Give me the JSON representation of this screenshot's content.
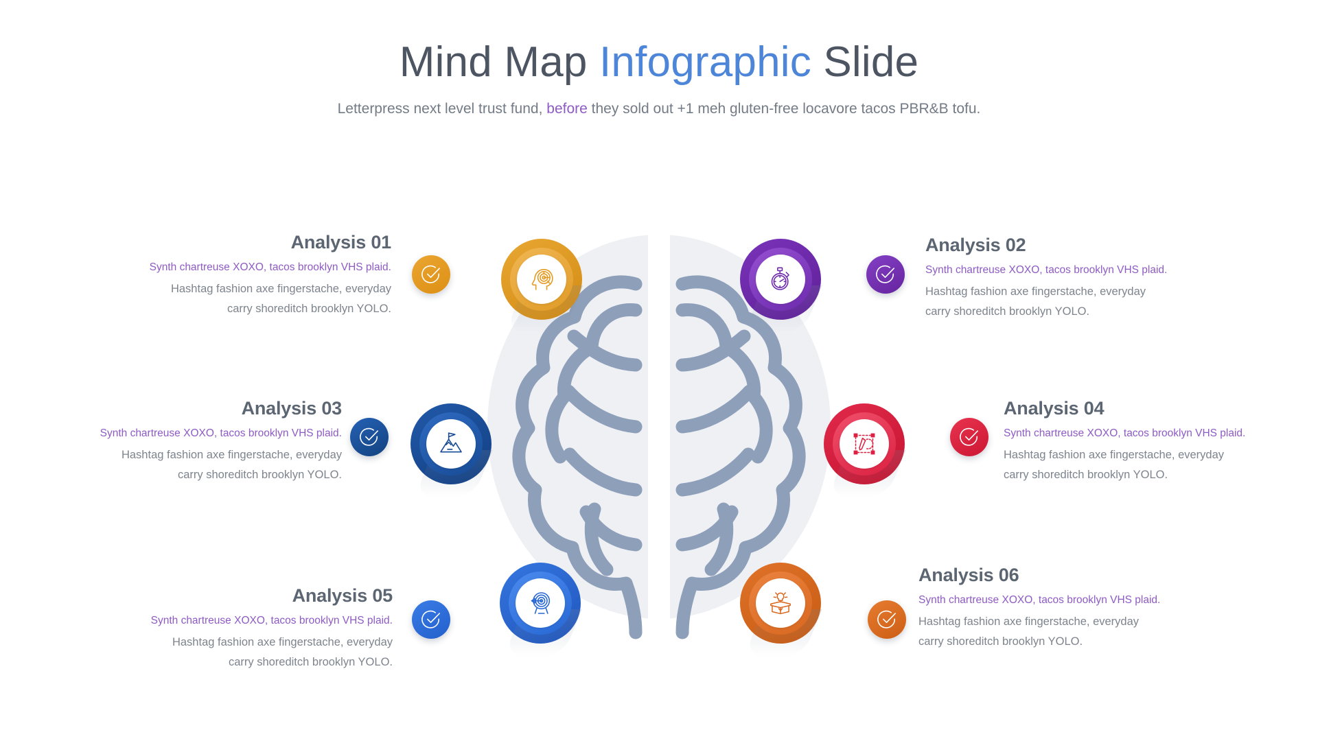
{
  "header": {
    "title_part1": "Mind Map ",
    "title_accent": "Infographic",
    "title_part3": " Slide",
    "subtitle_part1": "Letterpress next level trust fund, ",
    "subtitle_highlight": "before",
    "subtitle_part3": " they sold out +1 meh gluten-free locavore tacos PBR&B tofu."
  },
  "colors": {
    "analysis01": "#e39a21",
    "analysis02": "#6d28ab",
    "analysis03": "#184b95",
    "analysis04": "#dc2142",
    "analysis05": "#2767d4",
    "analysis06": "#d8671f",
    "brain_stroke": "#8e9fba",
    "brain_backdrop": "#eef0f4",
    "title_grey": "#4c5561",
    "title_blue": "#4d86d8",
    "body_grey": "#7d848d",
    "lead_purple": "#8e5bc4",
    "heading_grey": "#5c6672"
  },
  "items": [
    {
      "id": "analysis-01",
      "heading": "Analysis 01",
      "lead": "Synth chartreuse XOXO, tacos brooklyn VHS plaid.",
      "body_line1": "Hashtag fashion axe fingerstache, everyday",
      "body_line2": "carry shoreditch brooklyn YOLO.",
      "icon": "head-maze-icon",
      "badge_icon": "check-circle-icon",
      "color": "#e39a21",
      "side": "left"
    },
    {
      "id": "analysis-02",
      "heading": "Analysis 02",
      "lead": "Synth chartreuse XOXO, tacos brooklyn VHS plaid.",
      "body_line1": "Hashtag fashion axe fingerstache, everyday",
      "body_line2": "carry shoreditch brooklyn YOLO.",
      "icon": "stopwatch-icon",
      "badge_icon": "check-circle-icon",
      "color": "#6d28ab",
      "side": "right"
    },
    {
      "id": "analysis-03",
      "heading": "Analysis 03",
      "lead": "Synth chartreuse XOXO, tacos brooklyn VHS plaid.",
      "body_line1": "Hashtag fashion axe fingerstache, everyday",
      "body_line2": "carry shoreditch brooklyn YOLO.",
      "icon": "mountain-flag-icon",
      "badge_icon": "check-circle-icon",
      "color": "#184b95",
      "side": "left"
    },
    {
      "id": "analysis-04",
      "heading": "Analysis 04",
      "lead": "Synth chartreuse XOXO, tacos brooklyn VHS plaid.",
      "body_line1": "Hashtag fashion axe fingerstache, everyday",
      "body_line2": "carry shoreditch brooklyn YOLO.",
      "icon": "design-pencil-gear-icon",
      "badge_icon": "check-circle-icon",
      "color": "#dc2142",
      "side": "right"
    },
    {
      "id": "analysis-05",
      "heading": "Analysis 05",
      "lead": "Synth chartreuse XOXO, tacos brooklyn VHS plaid.",
      "body_line1": "Hashtag fashion axe fingerstache, everyday",
      "body_line2": "carry shoreditch brooklyn YOLO.",
      "icon": "target-arrow-icon",
      "badge_icon": "check-circle-icon",
      "color": "#2767d4",
      "side": "left"
    },
    {
      "id": "analysis-06",
      "heading": "Analysis 06",
      "lead": "Synth chartreuse XOXO, tacos brooklyn VHS plaid.",
      "body_line1": "Hashtag fashion axe fingerstache, everyday",
      "body_line2": "carry shoreditch brooklyn YOLO.",
      "icon": "lightbulb-box-icon",
      "badge_icon": "check-circle-icon",
      "color": "#d8671f",
      "side": "right"
    }
  ]
}
